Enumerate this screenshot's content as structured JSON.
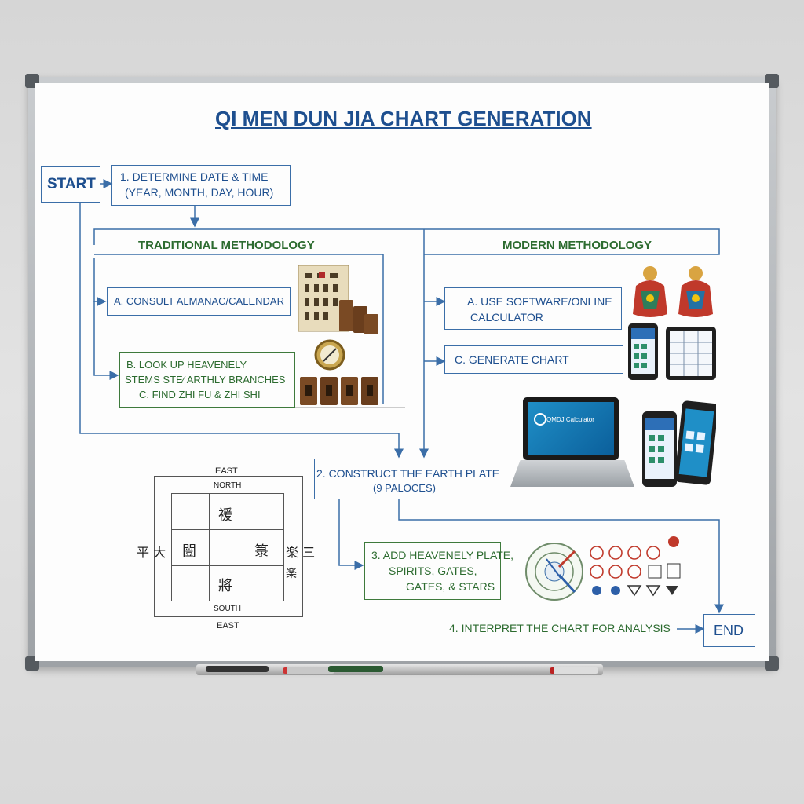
{
  "title": "QI MEN DUN JIA CHART GENERATION",
  "start": "START",
  "end": "END",
  "step1": {
    "line1": "1. DETERMINE DATE & TIME",
    "line2": "(YEAR, MONTH, DAY, HOUR)"
  },
  "traditional": {
    "heading": "TRADITIONAL METHODOLOGY",
    "a": "A. CONSULT ALMANAC/CALENDAR",
    "b_line1": "B.   LOOK UP HEAVENELY",
    "b_line2": "STEMS STE⁄ ARTHLY BRANCHES",
    "b_line3": "C. FIND ZHI FU & ZHI SHI"
  },
  "modern": {
    "heading": "MODERN METHODOLOGY",
    "a_line1": "A. USE SOFTWARE/ONLINE",
    "a_line2": "CALCULATOR",
    "c": "C. GENERATE CHART",
    "laptop_text": "QMDJ Calculator"
  },
  "step2": {
    "line1": "2. CONSTRUCT THE EARTH PLATE",
    "line2": "(9 PALOCES)"
  },
  "step3": {
    "line1": "3. ADD HEAVENELY PLATE,",
    "line2": "SPIRITS, GATES,",
    "line3": "GATES, & STARS"
  },
  "step4": "4. INTERPRET THE CHART FOR ANALYSIS",
  "grid": {
    "top1": "EAST",
    "top2": "NORTH",
    "bottom1": "SOUTH",
    "bottom2": "EAST",
    "left": "平 大",
    "right": "楽 三",
    "cell_top": "禐",
    "cell_left": "闓",
    "cell_right": "箓",
    "cell_bottom": "將",
    "right_sub": "楽"
  },
  "colors": {
    "blue": "#1e4f8f",
    "green": "#2c6b2f",
    "line_blue": "#3b6ea8"
  }
}
